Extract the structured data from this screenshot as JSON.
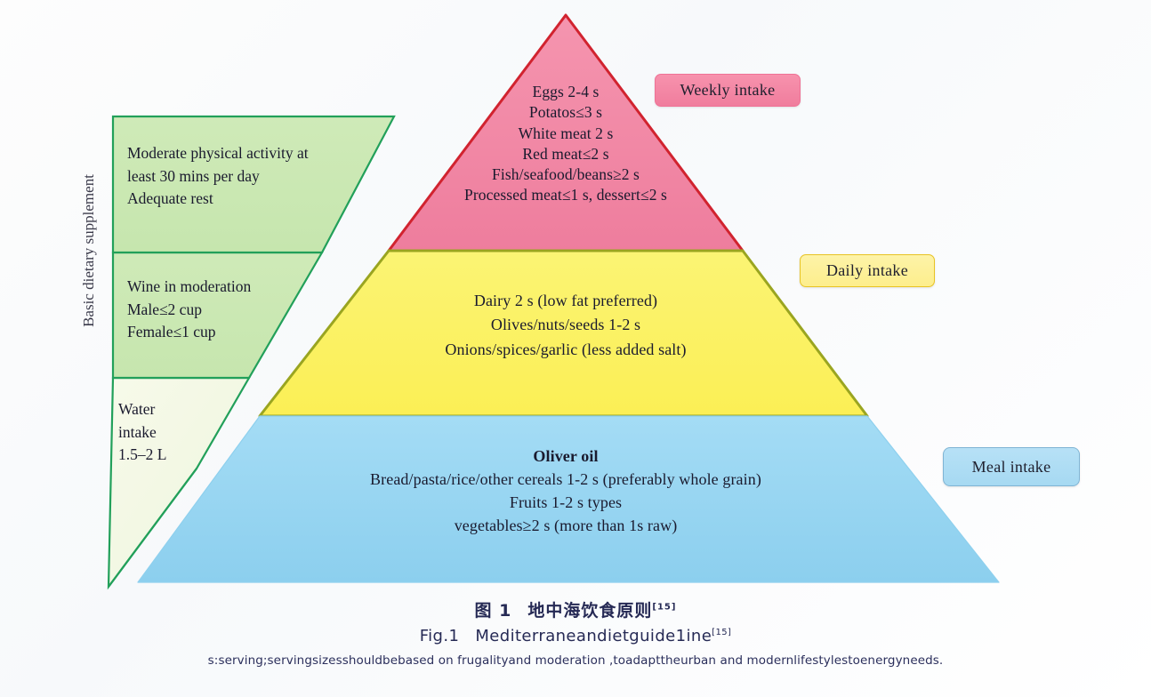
{
  "figure": {
    "axis_label": "Basic dietary supplement",
    "colors": {
      "weekly_fill": "#f2849f",
      "weekly_stroke": "#d1232f",
      "daily_fill": "#fbf063",
      "daily_stroke": "#8f9b1e",
      "meal_fill": "#8fd3f1",
      "meal_stroke": "#8fd3f1",
      "supplement_fill": "#cbe8b5",
      "supplement_stroke": "#22a05a",
      "water_fill": "#f5f8e6"
    }
  },
  "pyramid": {
    "weekly": {
      "badge": "Weekly intake",
      "lines": [
        "Eggs 2-4 s",
        "Potatos≤3 s",
        "White meat 2 s",
        "Red meat≤2 s",
        "Fish/seafood/beans≥2 s",
        "Processed meat≤1 s, dessert≤2 s"
      ]
    },
    "daily": {
      "badge": "Daily intake",
      "lines": [
        "Dairy 2 s (low fat preferred)",
        "Olives/nuts/seeds 1-2 s",
        "Onions/spices/garlic (less added salt)"
      ]
    },
    "meal": {
      "badge": "Meal intake",
      "lines": [
        "Oliver oil",
        "Bread/pasta/rice/other cereals 1-2 s (preferably whole grain)",
        "Fruits 1-2 s types",
        "vegetables≥2 s (more than 1s raw)"
      ]
    }
  },
  "supplement": {
    "activity": [
      "Moderate physical activity at",
      "least 30 mins per day",
      "Adequate rest"
    ],
    "wine": [
      "Wine in moderation",
      "Male≤2 cup",
      "Female≤1 cup"
    ],
    "water": [
      "Water",
      "intake",
      "1.5–2 L"
    ]
  },
  "caption": {
    "cn_prefix": "图 1",
    "cn_title": "地中海饮食原则",
    "cn_ref": "[15]",
    "en_prefix": "Fig.1",
    "en_title": "Mediterraneandietguide1ine",
    "en_ref": "[15]",
    "note": "s:serving;servingsizesshouldbebased on frugalityand moderation ,toadapttheurban and modernlifestylestoenergyneeds."
  }
}
